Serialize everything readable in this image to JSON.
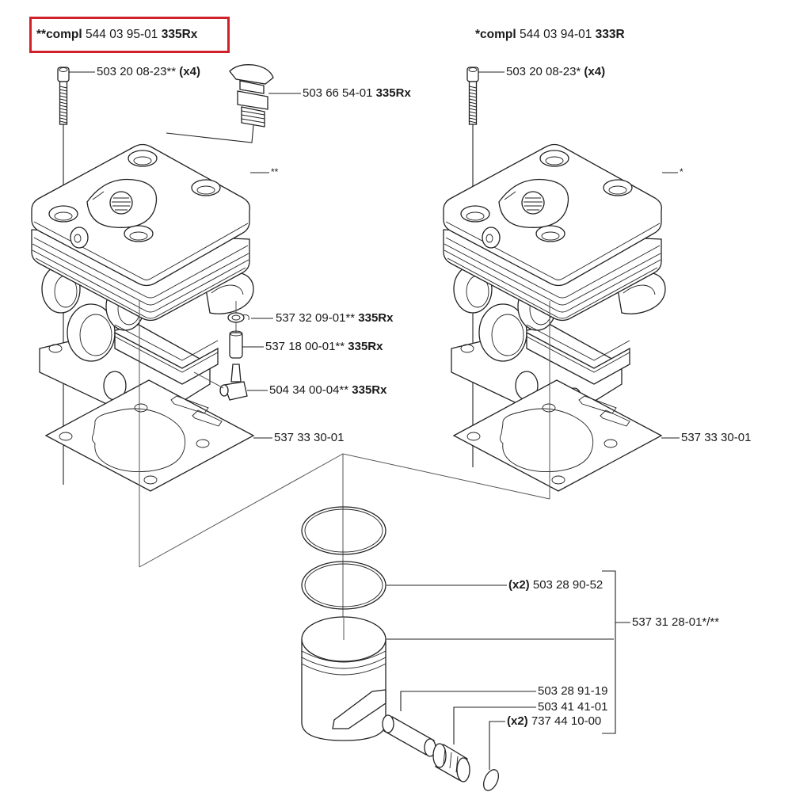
{
  "left_assembly": {
    "title_prefix": "**compl",
    "title_number": "544 03 95-01",
    "title_model": "335Rx",
    "highlight_color": "#d0202a"
  },
  "right_assembly": {
    "title_prefix": "*compl",
    "title_number": "544 03 94-01",
    "title_model": "333R"
  },
  "callouts": {
    "left_screw": {
      "number": "503 20 08-23**",
      "qty": "(x4)"
    },
    "right_screw": {
      "number": "503 20 08-23*",
      "qty": "(x4)"
    },
    "decomp_valve": {
      "number": "503 66 54-01",
      "model": "335Rx"
    },
    "left_cylinder_mark": "**",
    "right_cylinder_mark": "*",
    "clip": {
      "number": "537 32 09-01**",
      "model": "335Rx"
    },
    "hose": {
      "number": "537 18 00-01**",
      "model": "335Rx"
    },
    "nipple": {
      "number": "504 34 00-04**",
      "model": "335Rx"
    },
    "left_gasket": "537 33 30-01",
    "right_gasket": "537 33 30-01",
    "piston_ring": {
      "qty": "(x2)",
      "number": "503 28 90-52"
    },
    "piston_kit": "537 31 28-01*/**",
    "piston_pin": "503 28 91-19",
    "needle_bearing": "503 41 41-01",
    "circlip": {
      "qty": "(x2)",
      "number": "737 44 10-00"
    }
  }
}
